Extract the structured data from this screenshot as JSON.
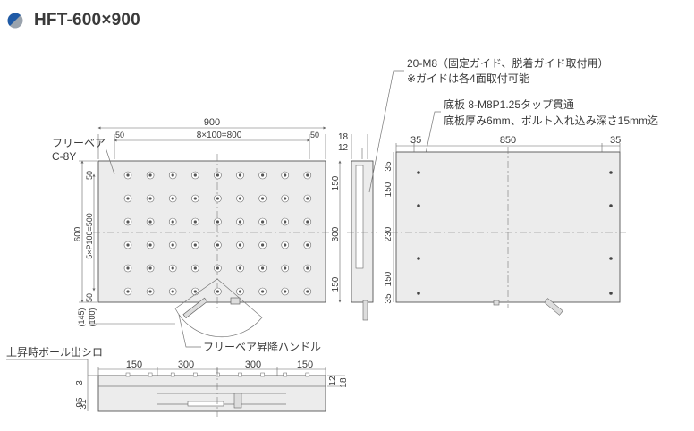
{
  "header": {
    "title": "HFT-600×900"
  },
  "colors": {
    "icon_blue": "#1f5aa6",
    "icon_gray": "#9aa3ad",
    "plate_fill": "#ececec",
    "line": "#555555"
  },
  "icons": {
    "title_icon": "half-circle-icon"
  },
  "top_view": {
    "width_total": "900",
    "pitch_x": "8×100=800",
    "edge_left": "50",
    "edge_right": "50",
    "height_total": "600",
    "pitch_y": "5×P100=500",
    "edge_top": "50",
    "edge_bottom": "50",
    "handle_offset": "(145)",
    "handle_offset_2": "(100)",
    "label_ball": "フリーベア",
    "label_ball_model": "C-8Y",
    "label_handle": "フリーベア昇降ハンドル"
  },
  "side_view_right": {
    "dim_18": "18",
    "dim_12": "12",
    "dim_150_top": "150",
    "dim_300": "300",
    "dim_150_bottom": "150"
  },
  "notes": {
    "line1": "20-M8（固定ガイド、脱着ガイド取付用）",
    "line2": "※ガイドは各4面取付可能",
    "line3": "底板 8-M8P1.25タップ貫通",
    "line4": "底板厚み6mm、ボルト入れ込み深さ15mm迄"
  },
  "bottom_view": {
    "dim_35_left": "35",
    "dim_850": "850",
    "dim_35_right": "35",
    "dim_v_35_top": "35",
    "dim_v_150_top": "150",
    "dim_v_230": "230",
    "dim_v_150_bottom": "150",
    "dim_v_35_bottom": "35"
  },
  "front_view": {
    "label_ball_out": "上昇時ボール出シロ",
    "dim_150_left": "150",
    "dim_300_a": "300",
    "dim_300_b": "300",
    "dim_150_right": "150",
    "dim_95": "95",
    "dim_3": "3",
    "dim_31": "31",
    "dim_12": "12",
    "dim_18": "18"
  }
}
